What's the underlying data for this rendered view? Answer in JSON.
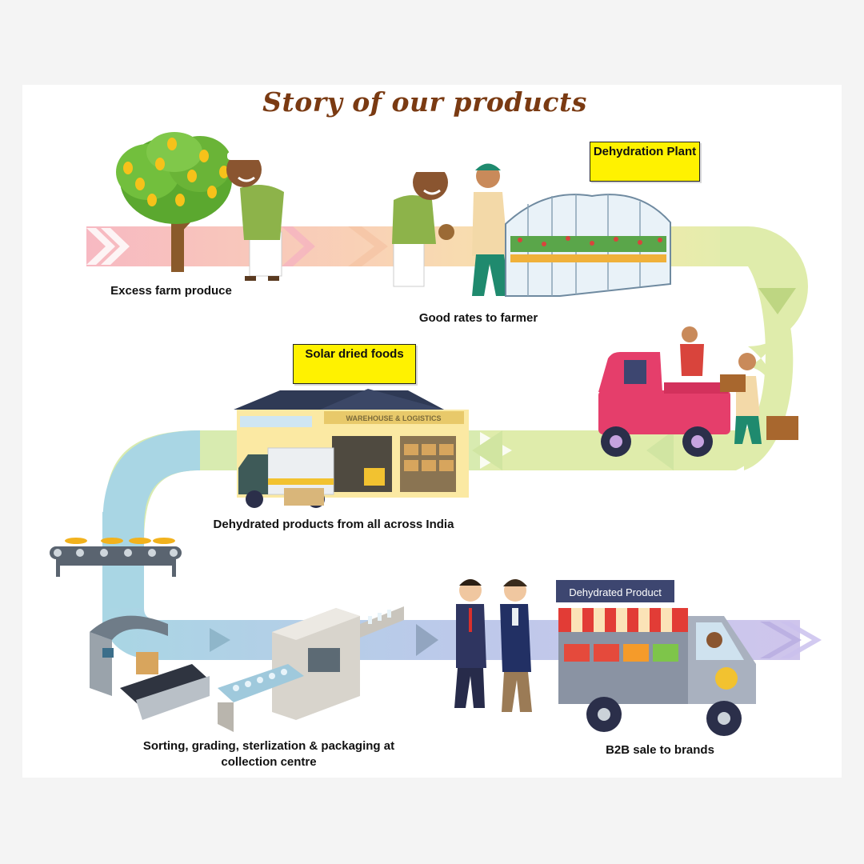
{
  "title": "Story of our products",
  "steps": [
    {
      "label": "Excess farm produce"
    },
    {
      "label": "Good rates to farmer"
    },
    {
      "label": "Dehydrated products from all across India"
    },
    {
      "label": "Sorting, grading, sterlization & packaging at collection centre"
    },
    {
      "label": "B2B sale to brands"
    }
  ],
  "tags": {
    "dehydration_plant": "Dehydration Plant",
    "solar_dried": "Solar dried foods"
  },
  "signage": {
    "warehouse": "WAREHOUSE & LOGISTICS",
    "truck_banner": "Dehydrated Product"
  },
  "colors": {
    "title": "#7a3a12",
    "tag_fill": "#fff200",
    "flow_pink": "#f7c2c8",
    "flow_yellow": "#f7e7a6",
    "flow_green": "#dbe9a9",
    "flow_blue": "#a9d8e6",
    "flow_lilac": "#c9c3e8"
  },
  "icons": [
    "mango-tree-icon",
    "farmer-icon",
    "buyer-icon",
    "greenhouse-icon",
    "pickup-truck-icon",
    "warehouse-icon",
    "delivery-truck-icon",
    "conveyor-icon",
    "scanner-machine-icon",
    "bottling-machine-icon",
    "businessman-icon",
    "food-truck-icon"
  ]
}
